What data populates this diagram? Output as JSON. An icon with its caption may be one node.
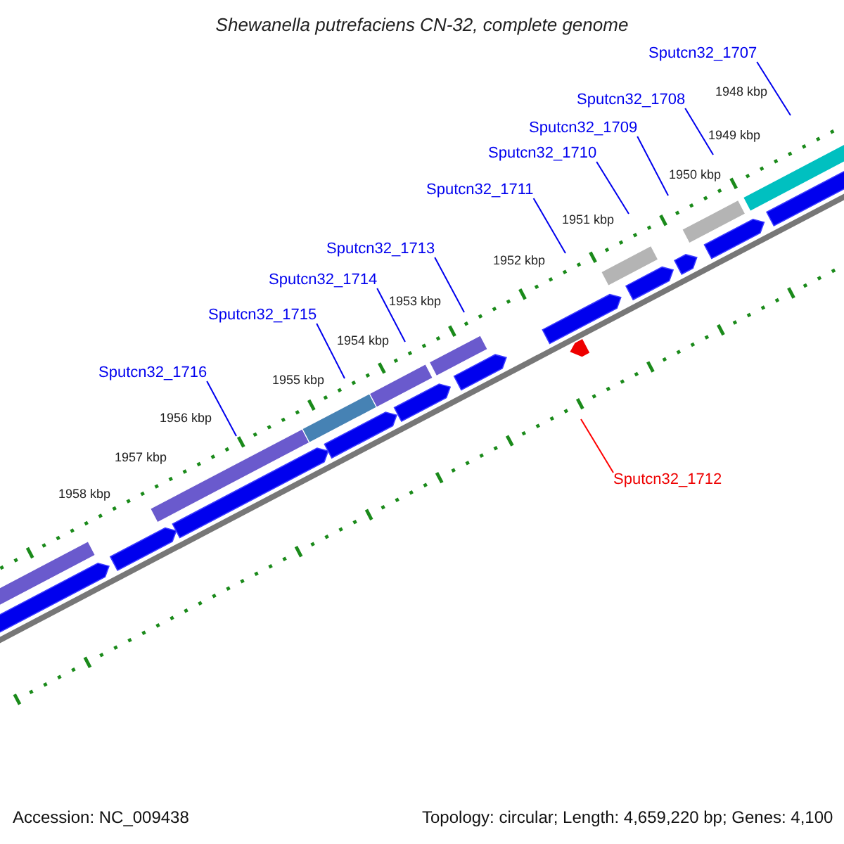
{
  "diagram": {
    "title": "Shewanella putrefaciens CN-32, complete genome",
    "nodes": [
      {
        "text": [
          "Sputcn32_1707"
        ]
      },
      {
        "text": [
          "Sputcn32_1708"
        ]
      },
      {
        "text": [
          "Sputcn32_1709"
        ]
      },
      {
        "text": [
          "Sputcn32_1710"
        ]
      },
      {
        "text": [
          "Sputcn32_1711"
        ]
      },
      {
        "text": [
          "Sputcn32_1713"
        ]
      },
      {
        "text": [
          "Sputcn32_1714"
        ]
      },
      {
        "text": [
          "Sputcn32_1715"
        ]
      },
      {
        "text": [
          "Sputcn32_1716"
        ]
      },
      {
        "text": [
          "Sputcn32_1712"
        ]
      }
    ],
    "edges": [
      {
        "from": 0,
        "to": null,
        "arrow": "none"
      },
      {
        "from": 1,
        "to": null,
        "arrow": "none"
      },
      {
        "from": 2,
        "to": null,
        "arrow": "none"
      },
      {
        "from": 3,
        "to": null,
        "arrow": "none"
      },
      {
        "from": 4,
        "to": null,
        "arrow": "none"
      },
      {
        "from": 5,
        "to": null,
        "arrow": "none"
      },
      {
        "from": 6,
        "to": null,
        "arrow": "none"
      },
      {
        "from": 7,
        "to": null,
        "arrow": "none"
      },
      {
        "from": 8,
        "to": null,
        "arrow": "none"
      },
      {
        "from": 9,
        "to": null,
        "arrow": "none",
        "color": "#ff0000"
      }
    ],
    "labels": [
      "1948 kbp",
      "1949 kbp",
      "1950 kbp",
      "1951 kbp",
      "1952 kbp",
      "1953 kbp",
      "1954 kbp",
      "1955 kbp",
      "1956 kbp",
      "1957 kbp",
      "1958 kbp",
      "Accession: NC_009438",
      "Topology: circular; Length: 4,659,220 bp; Genes: 4,100"
    ]
  }
}
